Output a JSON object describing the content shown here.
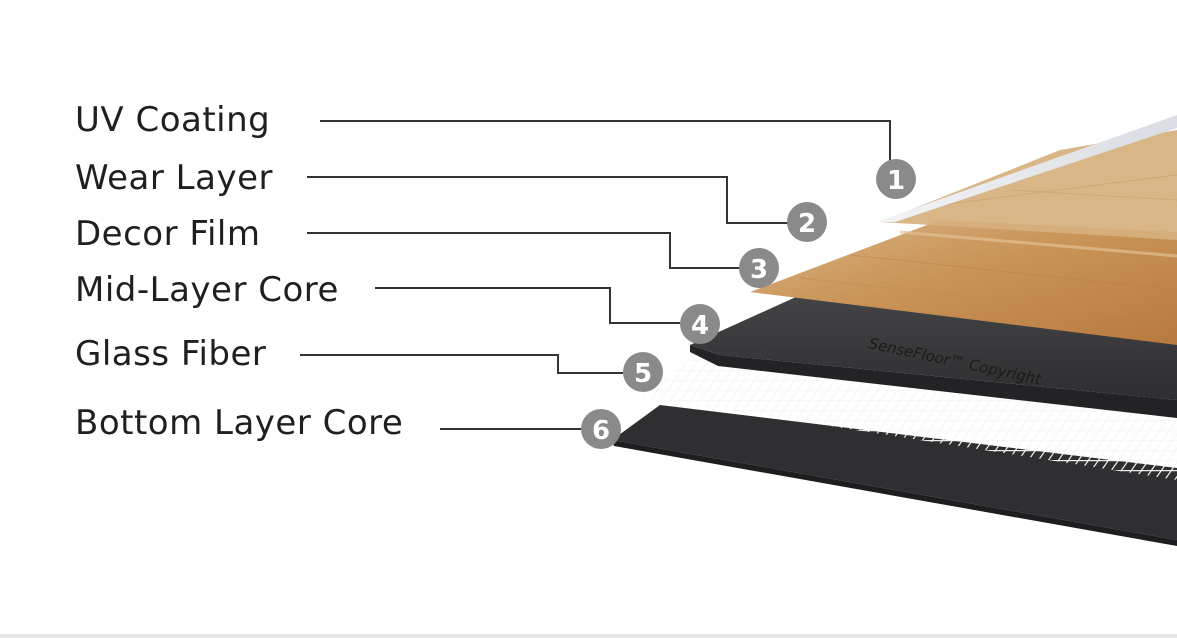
{
  "colors": {
    "text": "#1f1f1f",
    "leader_line": "#333333",
    "badge_fill": "#8a8a8a",
    "badge_text": "#ffffff",
    "uv_coating": "#e4e6ea",
    "wood_light": "#d3a774",
    "wood_dark": "#b97f45",
    "core": "#3a3a3c",
    "mesh": "#f5f5f5",
    "bottom_core": "#2f2f31"
  },
  "layers": [
    {
      "number": "1",
      "label": "UV Coating"
    },
    {
      "number": "2",
      "label": "Wear Layer"
    },
    {
      "number": "3",
      "label": "Decor Film"
    },
    {
      "number": "4",
      "label": "Mid-Layer Core"
    },
    {
      "number": "5",
      "label": "Glass Fiber"
    },
    {
      "number": "6",
      "label": "Bottom Layer Core"
    }
  ],
  "core_imprint": "SenseFloor™ Copyright",
  "icons": {
    "badge": "numbered-circle-icon"
  }
}
